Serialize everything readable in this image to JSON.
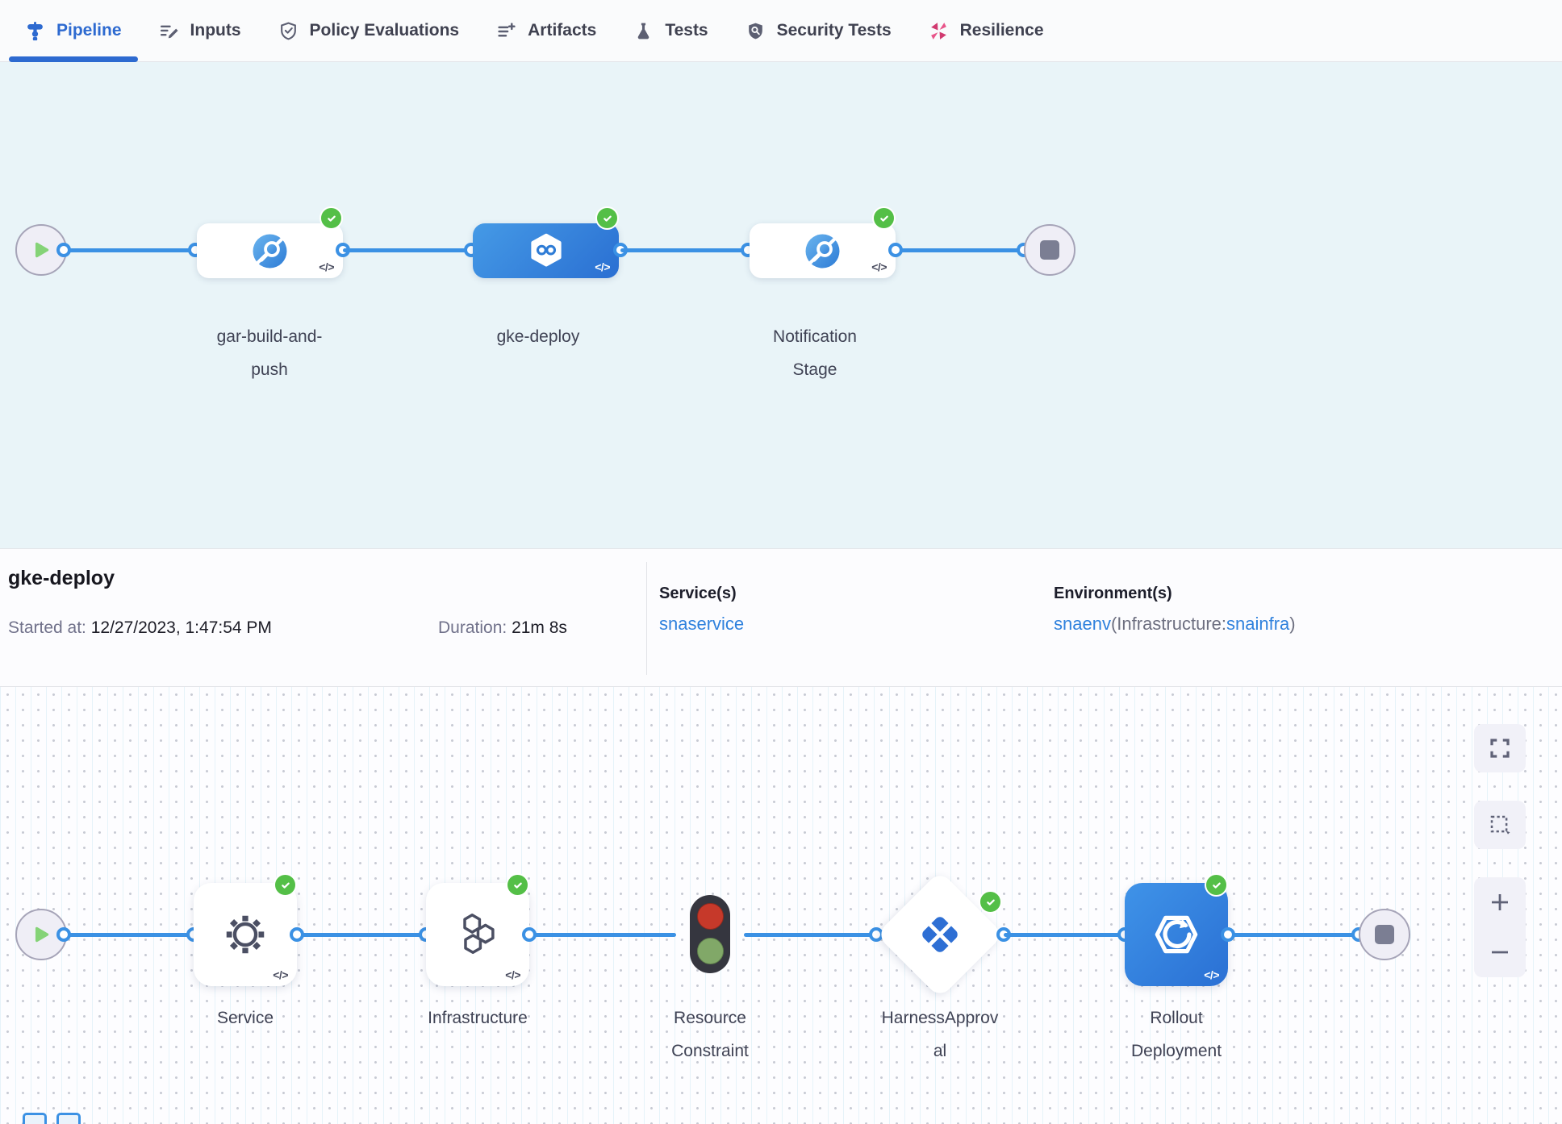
{
  "tabs": [
    {
      "label": "Pipeline",
      "active": true
    },
    {
      "label": "Inputs"
    },
    {
      "label": "Policy Evaluations"
    },
    {
      "label": "Artifacts"
    },
    {
      "label": "Tests"
    },
    {
      "label": "Security Tests"
    },
    {
      "label": "Resilience"
    }
  ],
  "stage_graph": {
    "stages": [
      {
        "name": [
          "gar-build-and-",
          "push"
        ],
        "status": "success"
      },
      {
        "name": "gke-deploy",
        "status": "success",
        "selected": true
      },
      {
        "name": [
          "Notification",
          "Stage"
        ],
        "status": "success"
      }
    ]
  },
  "details": {
    "title": "gke-deploy",
    "started_label": "Started at:",
    "started_value": "12/27/2023, 1:47:54 PM",
    "duration_label": "Duration:",
    "duration_value": "21m 8s",
    "services_label": "Service(s)",
    "service_link": "snaservice",
    "environments_label": "Environment(s)",
    "env_link": "snaenv",
    "env_infra_prefix": "(Infrastructure:",
    "env_infra_link": "snainfra",
    "env_suffix": ")"
  },
  "execution_graph": {
    "steps": [
      {
        "name": "Service",
        "status": "success"
      },
      {
        "name": "Infrastructure",
        "status": "success"
      },
      {
        "name": [
          "Resource",
          "Constraint"
        ]
      },
      {
        "name": [
          "HarnessApprov",
          "al"
        ],
        "status": "success"
      },
      {
        "name": [
          "Rollout",
          "Deployment"
        ],
        "status": "success"
      }
    ]
  },
  "icons": {
    "code_glyph": "</>"
  },
  "colors": {
    "accent": "#2d6ad0",
    "connector": "#3b91e4",
    "success": "#54bf47",
    "link": "#2f81dd",
    "selected_stage": "#2f7fdd",
    "canvas_top_bg": "#e9f4f8",
    "traffic_red": "#c6392a",
    "traffic_green": "#81a868"
  }
}
